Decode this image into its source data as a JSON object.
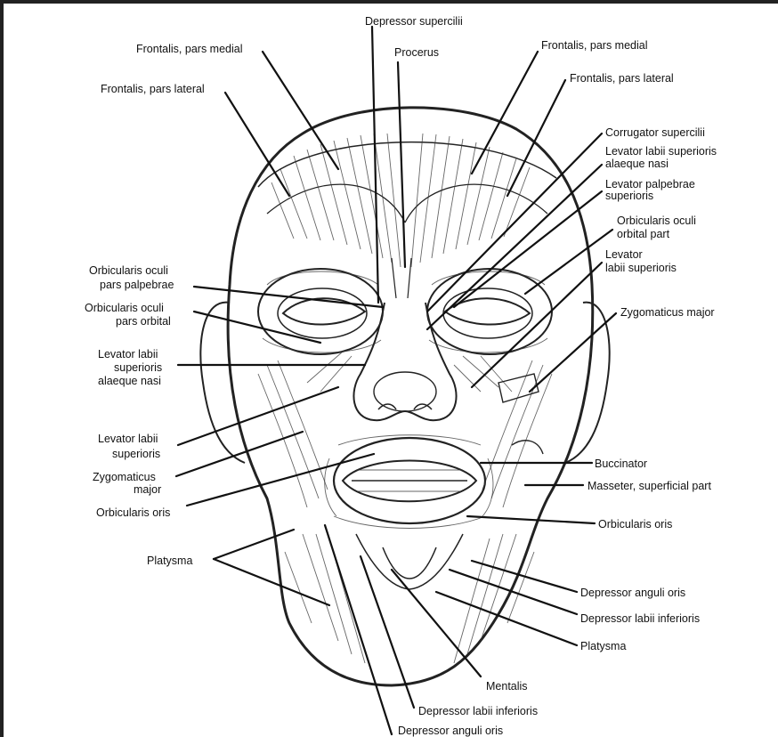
{
  "labels": {
    "depressor_supercilii": "Depressor supercilii",
    "procerus": "Procerus",
    "frontalis_medial_left": "Frontalis, pars medial",
    "frontalis_medial_right": "Frontalis, pars medial",
    "frontalis_lateral_left": "Frontalis, pars lateral",
    "frontalis_lateral_right": "Frontalis, pars lateral",
    "corrugator_supercilii": "Corrugator supercilii",
    "levator_labii_alaeque_right_1": "Levator labii superioris",
    "levator_labii_alaeque_right_2": "alaeque nasi",
    "levator_palpebrae_1": "Levator palpebrae",
    "levator_palpebrae_2": "superioris",
    "orbicularis_oculi_orbital_right_1": "Orbicularis oculi",
    "orbicularis_oculi_orbital_right_2": "orbital part",
    "levator_labii_sup_right_1": "Levator",
    "levator_labii_sup_right_2": "labii superioris",
    "zygomaticus_major_right": "Zygomaticus major",
    "orbicularis_oculi_palpebrae_left_1": "Orbicularis oculi",
    "orbicularis_oculi_palpebrae_left_2": "pars palpebrae",
    "orbicularis_oculi_orbital_left_1": "Orbicularis oculi",
    "orbicularis_oculi_orbital_left_2": "pars orbital",
    "levator_labii_alaeque_left_1": "Levator labii",
    "levator_labii_alaeque_left_2": "superioris",
    "levator_labii_alaeque_left_3": "alaeque nasi",
    "levator_labii_sup_left_1": "Levator labii",
    "levator_labii_sup_left_2": "superioris",
    "zygomaticus_major_left_1": "Zygomaticus",
    "zygomaticus_major_left_2": "major",
    "orbicularis_oris_left": "Orbicularis oris",
    "platysma_left": "Platysma",
    "buccinator": "Buccinator",
    "masseter": "Masseter, superficial part",
    "orbicularis_oris_right": "Orbicularis oris",
    "depressor_anguli_oris_right": "Depressor anguli oris",
    "depressor_labii_inferioris_right": "Depressor labii inferioris",
    "platysma_right": "Platysma",
    "mentalis": "Mentalis",
    "depressor_labii_inferioris_bottom": "Depressor labii inferioris",
    "depressor_anguli_oris_bottom": "Depressor anguli oris"
  },
  "colors": {
    "ink": "#111111",
    "background": "#ffffff"
  }
}
